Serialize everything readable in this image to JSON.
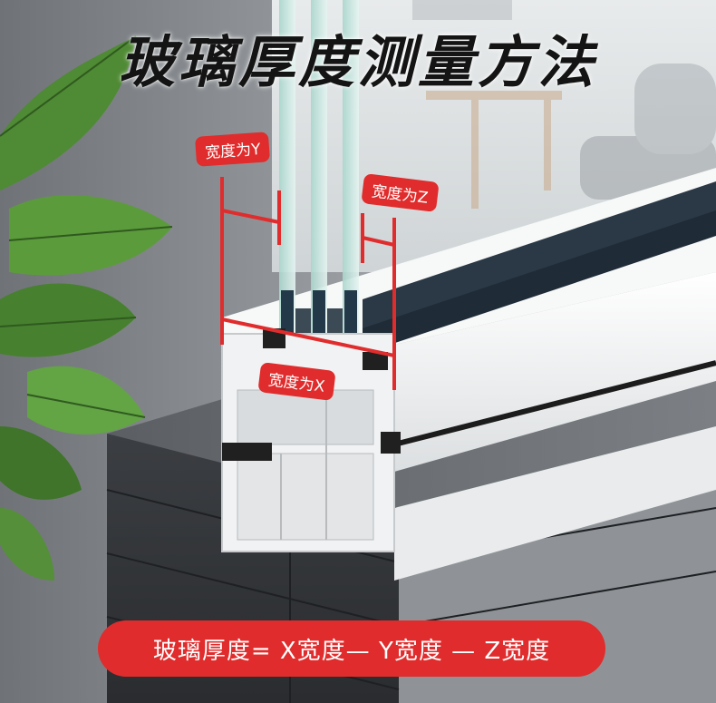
{
  "title": "玻璃厚度测量方法",
  "labels": {
    "width_y": "宽度为Y",
    "width_z": "宽度为Z",
    "width_x": "宽度为X"
  },
  "formula": "玻璃厚度= X宽度— Y宽度 — Z宽度",
  "colors": {
    "accent_red": "#e02c2c",
    "title_text": "#141414",
    "frame_white": "#f2f3f4",
    "spacer_dark": "#1f2b36",
    "glass": "#cfe6e0"
  },
  "icons": [
    "leaf-icon"
  ]
}
